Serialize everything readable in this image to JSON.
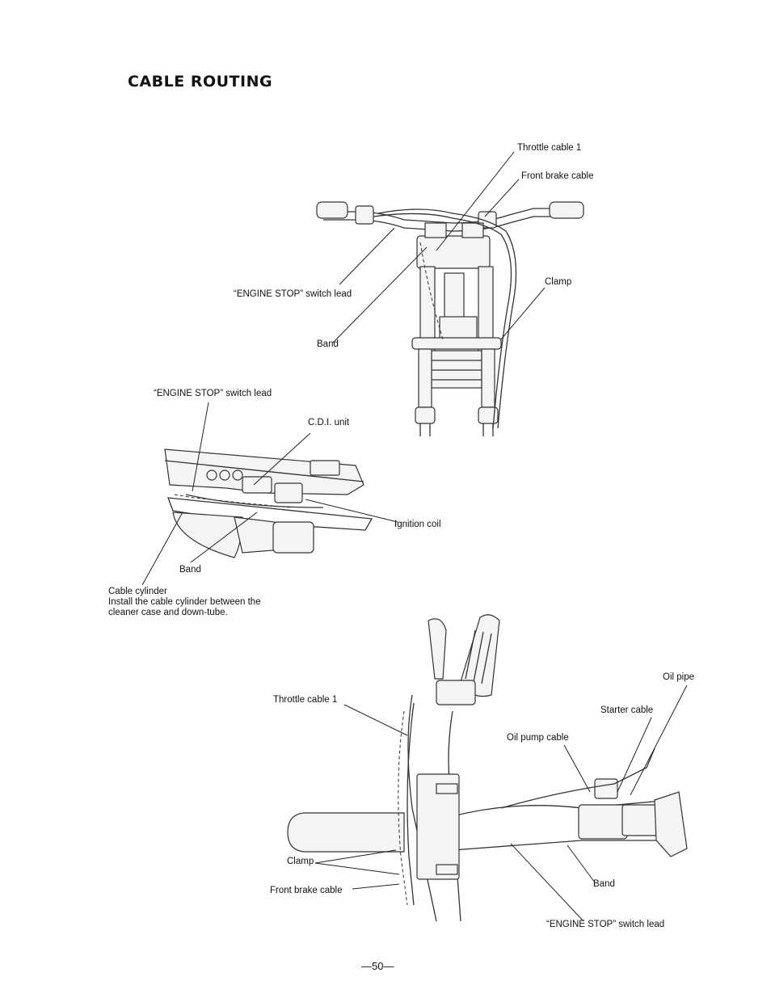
{
  "page": {
    "title": "CABLE ROUTING",
    "page_number": "—50—"
  },
  "figure1": {
    "labels": {
      "throttle_cable": "Throttle cable 1",
      "front_brake_cable": "Front brake cable",
      "clamp": "Clamp",
      "engine_stop_lead": "“ENGINE STOP” switch lead",
      "band": "Band"
    }
  },
  "figure2": {
    "labels": {
      "engine_stop_lead": "“ENGINE STOP” switch lead",
      "cdi_unit": "C.D.I. unit",
      "ignition_coil": "Ignition coil",
      "band": "Band"
    },
    "note": {
      "line1": "Cable cylinder",
      "line2": "Install the cable cylinder between the",
      "line3": "cleaner case and down-tube."
    }
  },
  "figure3": {
    "labels": {
      "oil_pipe": "Oil pipe",
      "starter_cable": "Starter cable",
      "throttle_cable": "Throttle cable 1",
      "oil_pump_cable": "Oil pump cable",
      "clamp": "Clamp",
      "front_brake_cable": "Front brake cable",
      "band": "Band",
      "engine_stop_lead": "“ENGINE STOP” switch lead"
    }
  }
}
